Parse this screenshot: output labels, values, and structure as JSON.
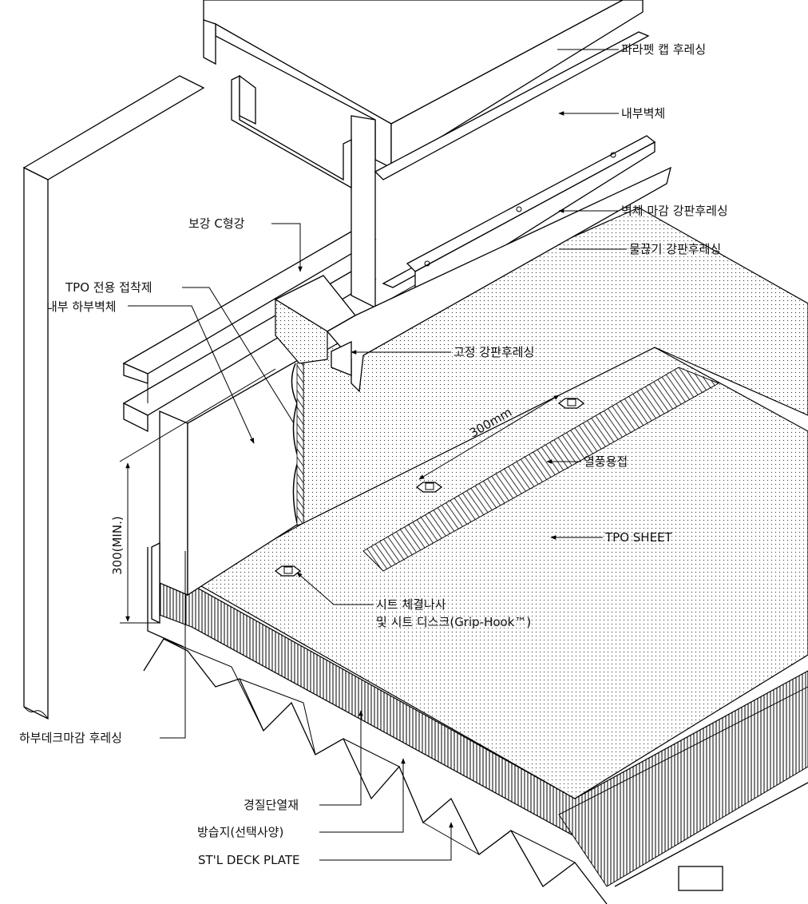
{
  "labels": {
    "parapet_cap": "파라펫 캡 후레싱",
    "inner_wall": "내부벽체",
    "wall_finish": "벽체 마감 강판후레싱",
    "drip_flashing": "물끊기 강판후레싱",
    "reinforce_c": "보강 C형강",
    "tpo_adhesive": "TPO 전용 접착제",
    "inner_lower_wall": "내부 하부벽체",
    "fixing_flashing": "고정 강판후레싱",
    "hot_air_weld": "열풍용접",
    "tpo_sheet": "TPO SHEET",
    "screw_line1": "시트 체결나사",
    "screw_line2": "및 시트 디스크(Grip-Hook™)",
    "deck_finish": "하부데크마감 후레싱",
    "insulation": "경질단열재",
    "vapor_barrier": "방습지(선택사양)",
    "deck_plate": "ST'L DECK PLATE"
  },
  "dimensions": {
    "horizontal": "300mm",
    "vertical": "300(MIN.)"
  }
}
